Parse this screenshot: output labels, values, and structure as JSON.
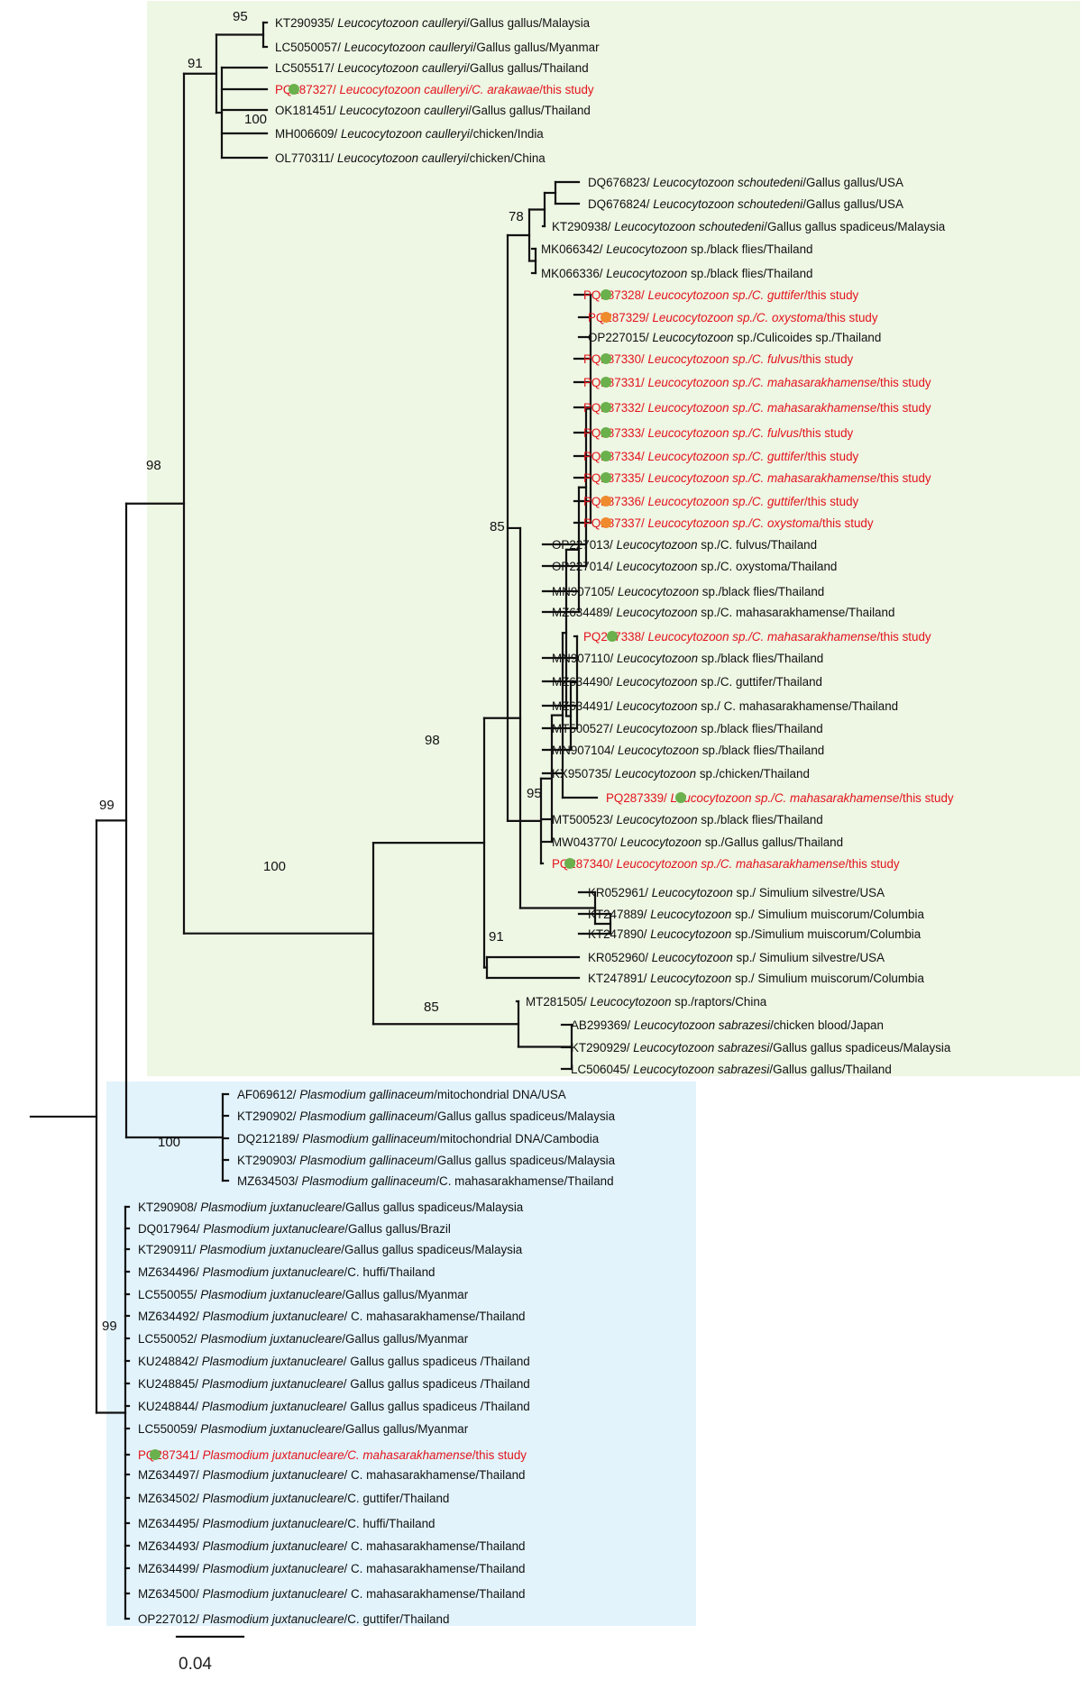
{
  "colors": {
    "green_box": "#eef6e4",
    "blue_box": "#e2f3fb",
    "study_label": "#e3141b",
    "dot_green": "#6ab04c",
    "dot_orange": "#ef8a2e"
  },
  "scale_bar": {
    "label": "0.04"
  },
  "leaves": [
    {
      "acc": "KT290935/",
      "sp": "Leucocytozoon caulleryi",
      "rest": "/Gallus gallus/Malaysia",
      "red": false,
      "dot": ""
    },
    {
      "acc": "LC5050057/",
      "sp": "Leucocytozoon caulleryi",
      "rest": "/Gallus gallus/Myanmar",
      "red": false,
      "dot": ""
    },
    {
      "acc": "LC505517/",
      "sp": "Leucocytozoon caulleryi",
      "rest": "/Gallus gallus/Thailand",
      "red": false,
      "dot": ""
    },
    {
      "acc": "PQ287327/",
      "sp": "Leucocytozoon caulleryi/C. arakawae",
      "rest": "/this study",
      "red": true,
      "dot": "green"
    },
    {
      "acc": "OK181451/",
      "sp": "Leucocytozoon caulleryi",
      "rest": "/Gallus gallus/Thailand",
      "red": false,
      "dot": ""
    },
    {
      "acc": "MH006609/",
      "sp": "Leucocytozoon caulleryi",
      "rest": "/chicken/India",
      "red": false,
      "dot": ""
    },
    {
      "acc": "OL770311/",
      "sp": "Leucocytozoon caulleryi",
      "rest": "/chicken/China",
      "red": false,
      "dot": ""
    },
    {
      "acc": "DQ676823/",
      "sp": "Leucocytozoon schoutedeni",
      "rest": "/Gallus gallus/USA",
      "red": false,
      "dot": ""
    },
    {
      "acc": "DQ676824/",
      "sp": "Leucocytozoon schoutedeni",
      "rest": "/Gallus gallus/USA",
      "red": false,
      "dot": ""
    },
    {
      "acc": "KT290938/",
      "sp": "Leucocytozoon schoutedeni",
      "rest": "/Gallus gallus spadiceus/Malaysia",
      "red": false,
      "dot": ""
    },
    {
      "acc": "MK066342/",
      "sp": "Leucocytozoon",
      "rest": " sp./black flies/Thailand",
      "red": false,
      "dot": ""
    },
    {
      "acc": "MK066336/",
      "sp": "Leucocytozoon",
      "rest": " sp./black flies/Thailand",
      "red": false,
      "dot": ""
    },
    {
      "acc": "PQ287328/",
      "sp": "Leucocytozoon sp./C. guttifer",
      "rest": "/this study",
      "red": true,
      "dot": "green"
    },
    {
      "acc": "PQ287329/",
      "sp": "Leucocytozoon sp./C. oxystoma",
      "rest": "/this study",
      "red": true,
      "dot": "orange"
    },
    {
      "acc": "OP227015/",
      "sp": "Leucocytozoon",
      "rest": " sp./Culicoides sp./Thailand",
      "red": false,
      "dot": ""
    },
    {
      "acc": "PQ287330/",
      "sp": "Leucocytozoon sp./C. fulvus",
      "rest": "/this study",
      "red": true,
      "dot": "green"
    },
    {
      "acc": "PQ287331/",
      "sp": "Leucocytozoon sp./C. mahasarakhamense",
      "rest": "/this study",
      "red": true,
      "dot": "green"
    },
    {
      "acc": "PQ287332/",
      "sp": "Leucocytozoon sp./C. mahasarakhamense",
      "rest": "/this study",
      "red": true,
      "dot": "green"
    },
    {
      "acc": "PQ287333/",
      "sp": "Leucocytozoon sp./C. fulvus",
      "rest": "/this study",
      "red": true,
      "dot": "green"
    },
    {
      "acc": "PQ287334/",
      "sp": "Leucocytozoon sp./C. guttifer",
      "rest": "/this study",
      "red": true,
      "dot": "green"
    },
    {
      "acc": "PQ287335/",
      "sp": "Leucocytozoon sp./C. mahasarakhamense",
      "rest": "/this study",
      "red": true,
      "dot": "green"
    },
    {
      "acc": "PQ287336/",
      "sp": "Leucocytozoon sp./C. guttifer",
      "rest": "/this study",
      "red": true,
      "dot": "orange"
    },
    {
      "acc": "PQ287337/",
      "sp": "Leucocytozoon sp./C. oxystoma",
      "rest": "/this study",
      "red": true,
      "dot": "orange"
    },
    {
      "acc": "OP227013/",
      "sp": "Leucocytozoon",
      "rest": " sp./C. fulvus/Thailand",
      "red": false,
      "dot": ""
    },
    {
      "acc": "OP227014/",
      "sp": "Leucocytozoon",
      "rest": " sp./C. oxystoma/Thailand",
      "red": false,
      "dot": ""
    },
    {
      "acc": "MN907105/",
      "sp": "Leucocytozoon",
      "rest": " sp./black flies/Thailand",
      "red": false,
      "dot": ""
    },
    {
      "acc": "MZ634489/",
      "sp": "Leucocytozoon",
      "rest": " sp./C. mahasarakhamense/Thailand",
      "red": false,
      "dot": ""
    },
    {
      "acc": "PQ287338/",
      "sp": "Leucocytozoon sp./C. mahasarakhamense",
      "rest": "/this study",
      "red": true,
      "dot": "green"
    },
    {
      "acc": "MN907110/",
      "sp": "Leucocytozoon",
      "rest": " sp./black flies/Thailand",
      "red": false,
      "dot": ""
    },
    {
      "acc": "MZ634490/",
      "sp": "Leucocytozoon",
      "rest": " sp./C. guttifer/Thailand",
      "red": false,
      "dot": ""
    },
    {
      "acc": "MZ634491/",
      "sp": "Leucocytozoon",
      "rest": " sp./ C. mahasarakhamense/Thailand",
      "red": false,
      "dot": ""
    },
    {
      "acc": "MT500527/",
      "sp": "Leucocytozoon",
      "rest": " sp./black flies/Thailand",
      "red": false,
      "dot": ""
    },
    {
      "acc": "MN907104/",
      "sp": "Leucocytozoon",
      "rest": " sp./black flies/Thailand",
      "red": false,
      "dot": ""
    },
    {
      "acc": "KX950735/",
      "sp": "Leucocytozoon",
      "rest": " sp./chicken/Thailand",
      "red": false,
      "dot": ""
    },
    {
      "acc": "PQ287339/",
      "sp": "Leucocytozoon sp./C. mahasarakhamense",
      "rest": "/this study",
      "red": true,
      "dot": "green"
    },
    {
      "acc": "MT500523/",
      "sp": "Leucocytozoon",
      "rest": " sp./black flies/Thailand",
      "red": false,
      "dot": ""
    },
    {
      "acc": "MW043770/",
      "sp": "Leucocytozoon",
      "rest": " sp./Gallus gallus/Thailand",
      "red": false,
      "dot": ""
    },
    {
      "acc": "PQ287340/",
      "sp": "Leucocytozoon sp./C. mahasarakhamense",
      "rest": "/this study",
      "red": true,
      "dot": "green"
    },
    {
      "acc": "KR052961/",
      "sp": "Leucocytozoon",
      "rest": " sp./ Simulium silvestre/USA",
      "red": false,
      "dot": ""
    },
    {
      "acc": "KT247889/",
      "sp": "Leucocytozoon",
      "rest": " sp./ Simulium muiscorum/Columbia",
      "red": false,
      "dot": ""
    },
    {
      "acc": "KT247890/",
      "sp": "Leucocytozoon",
      "rest": " sp./Simulium muiscorum/Columbia",
      "red": false,
      "dot": ""
    },
    {
      "acc": "KR052960/",
      "sp": "Leucocytozoon",
      "rest": " sp./ Simulium silvestre/USA",
      "red": false,
      "dot": ""
    },
    {
      "acc": "KT247891/",
      "sp": "Leucocytozoon",
      "rest": " sp./ Simulium muiscorum/Columbia",
      "red": false,
      "dot": ""
    },
    {
      "acc": "MT281505/",
      "sp": "Leucocytozoon",
      "rest": " sp./raptors/China",
      "red": false,
      "dot": ""
    },
    {
      "acc": "AB299369/",
      "sp": "Leucocytozoon sabrazesi",
      "rest": "/chicken blood/Japan",
      "red": false,
      "dot": ""
    },
    {
      "acc": "KT290929/",
      "sp": "Leucocytozoon sabrazesi",
      "rest": "/Gallus gallus spadiceus/Malaysia",
      "red": false,
      "dot": ""
    },
    {
      "acc": "LC506045/",
      "sp": "Leucocytozoon sabrazesi",
      "rest": "/Gallus gallus/Thailand",
      "red": false,
      "dot": ""
    },
    {
      "acc": "AF069612/",
      "sp": "Plasmodium gallinaceum",
      "rest": "/mitochondrial DNA/USA",
      "red": false,
      "dot": ""
    },
    {
      "acc": "KT290902/",
      "sp": "Plasmodium gallinaceum",
      "rest": "/Gallus gallus spadiceus/Malaysia",
      "red": false,
      "dot": ""
    },
    {
      "acc": "DQ212189/",
      "sp": "Plasmodium gallinaceum",
      "rest": "/mitochondrial DNA/Cambodia",
      "red": false,
      "dot": ""
    },
    {
      "acc": "KT290903/",
      "sp": "Plasmodium gallinaceum",
      "rest": "/Gallus gallus spadiceus/Malaysia",
      "red": false,
      "dot": ""
    },
    {
      "acc": "MZ634503/",
      "sp": "Plasmodium gallinaceum",
      "rest": "/C. mahasarakhamense/Thailand",
      "red": false,
      "dot": ""
    },
    {
      "acc": "KT290908/",
      "sp": "Plasmodium juxtanucleare",
      "rest": "/Gallus gallus spadiceus/Malaysia",
      "red": false,
      "dot": ""
    },
    {
      "acc": "DQ017964/",
      "sp": "Plasmodium juxtanucleare",
      "rest": "/Gallus gallus/Brazil",
      "red": false,
      "dot": ""
    },
    {
      "acc": "KT290911/",
      "sp": "Plasmodium juxtanucleare",
      "rest": "/Gallus gallus spadiceus/Malaysia",
      "red": false,
      "dot": ""
    },
    {
      "acc": "MZ634496/",
      "sp": "Plasmodium juxtanucleare",
      "rest": "/C. huffi/Thailand",
      "red": false,
      "dot": ""
    },
    {
      "acc": "LC550055/",
      "sp": "Plasmodium juxtanucleare",
      "rest": "/Gallus gallus/Myanmar",
      "red": false,
      "dot": ""
    },
    {
      "acc": "MZ634492/",
      "sp": "Plasmodium juxtanucleare",
      "rest": "/ C. mahasarakhamense/Thailand",
      "red": false,
      "dot": ""
    },
    {
      "acc": "LC550052/",
      "sp": "Plasmodium juxtanucleare",
      "rest": "/Gallus gallus/Myanmar",
      "red": false,
      "dot": ""
    },
    {
      "acc": "KU248842/",
      "sp": "Plasmodium juxtanucleare",
      "rest": "/ Gallus gallus spadiceus /Thailand",
      "red": false,
      "dot": ""
    },
    {
      "acc": "KU248845/",
      "sp": "Plasmodium juxtanucleare",
      "rest": "/ Gallus gallus spadiceus /Thailand",
      "red": false,
      "dot": ""
    },
    {
      "acc": "KU248844/",
      "sp": "Plasmodium juxtanucleare",
      "rest": "/ Gallus gallus spadiceus /Thailand",
      "red": false,
      "dot": ""
    },
    {
      "acc": "LC550059/",
      "sp": "Plasmodium juxtanucleare",
      "rest": "/Gallus gallus/Myanmar",
      "red": false,
      "dot": ""
    },
    {
      "acc": "PQ287341/",
      "sp": "Plasmodium juxtanucleare/C. mahasarakhamense",
      "rest": "/this study",
      "red": true,
      "dot": "green"
    },
    {
      "acc": "MZ634497/",
      "sp": "Plasmodium juxtanucleare",
      "rest": "/ C. mahasarakhamense/Thailand",
      "red": false,
      "dot": ""
    },
    {
      "acc": "MZ634502/",
      "sp": "Plasmodium juxtanucleare",
      "rest": "/C. guttifer/Thailand",
      "red": false,
      "dot": ""
    },
    {
      "acc": "MZ634495/",
      "sp": "Plasmodium juxtanucleare",
      "rest": "/C. huffi/Thailand",
      "red": false,
      "dot": ""
    },
    {
      "acc": "MZ634493/",
      "sp": "Plasmodium juxtanucleare",
      "rest": "/ C. mahasarakhamense/Thailand",
      "red": false,
      "dot": ""
    },
    {
      "acc": "MZ634499/",
      "sp": "Plasmodium juxtanucleare",
      "rest": "/ C. mahasarakhamense/Thailand",
      "red": false,
      "dot": ""
    },
    {
      "acc": "MZ634500/",
      "sp": "Plasmodium juxtanucleare",
      "rest": "/ C. mahasarakhamense/Thailand",
      "red": false,
      "dot": ""
    },
    {
      "acc": "OP227012/",
      "sp": "Plasmodium juxtanucleare",
      "rest": "/C. guttifer/Thailand",
      "red": false,
      "dot": ""
    }
  ],
  "bootstrap": [
    "95",
    "91",
    "100",
    "78",
    "98",
    "85",
    "98",
    "95",
    "100",
    "91",
    "85",
    "99",
    "100",
    "99"
  ]
}
